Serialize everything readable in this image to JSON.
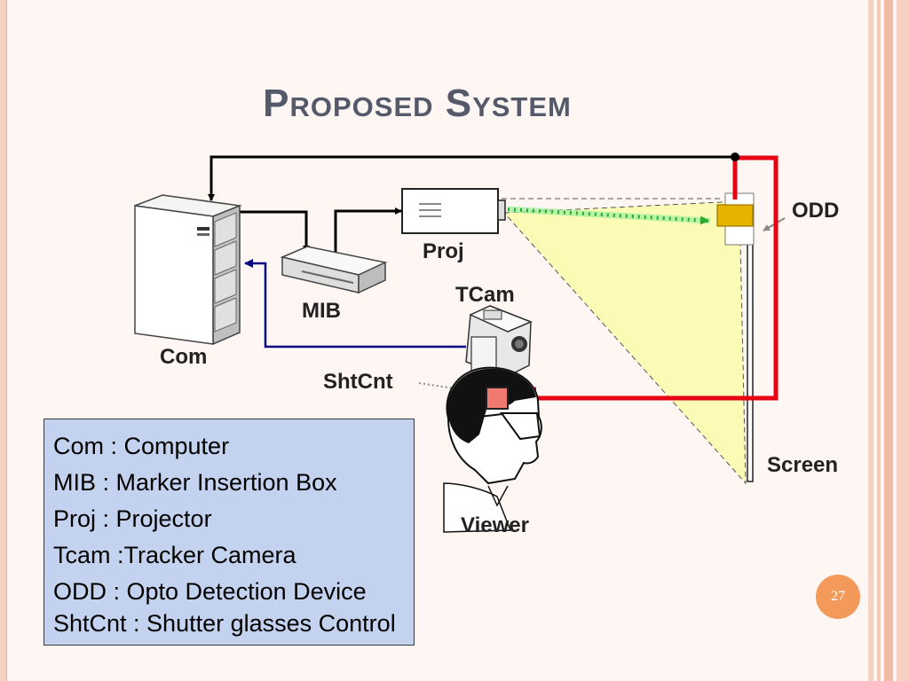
{
  "slide": {
    "title": "Proposed System",
    "page_number": "27"
  },
  "diagram": {
    "labels": {
      "com": "Com",
      "mib": "MIB",
      "proj": "Proj",
      "tcam": "TCam",
      "shtcnt": "ShtCnt",
      "viewer": "Viewer",
      "odd": "ODD",
      "screen": "Screen"
    },
    "colors": {
      "feedback_line": "#e60012",
      "tracker_line": "#000080",
      "projection_light": "#fbfbb6",
      "marker_beam": "#4fd84f",
      "odd_sensor": "#e6b400",
      "shutter_box": "#f07a70"
    },
    "icons": [
      "computer-tower-icon",
      "marker-box-icon",
      "projector-icon",
      "camera-icon",
      "viewer-head-icon",
      "sensor-icon"
    ]
  },
  "legend": {
    "items": [
      "Com : Computer",
      "MIB : Marker Insertion Box",
      "Proj : Projector",
      "Tcam :Tracker Camera",
      "ODD : Opto Detection Device",
      "ShtCnt : Shutter glasses Control"
    ]
  }
}
